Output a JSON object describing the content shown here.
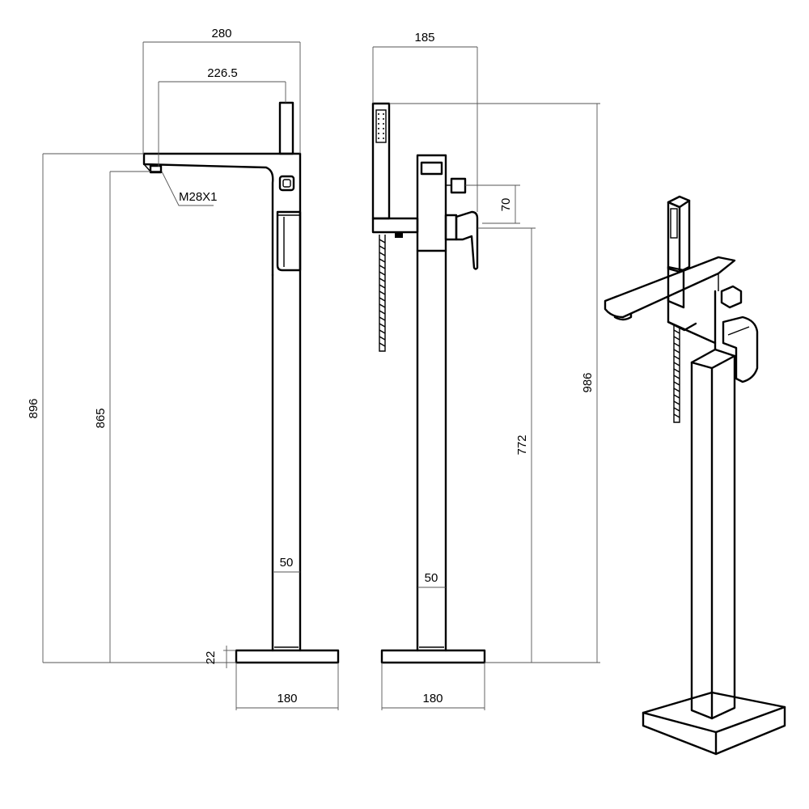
{
  "drawing": {
    "title": "",
    "dimensions": {
      "front_overall_reach": "280",
      "front_spout_reach": "226.5",
      "thread_spec": "M28X1",
      "front_overall_height": "896",
      "front_spout_height": "865",
      "front_column_width": "50",
      "front_base_thickness": "22",
      "front_base_width": "180",
      "side_overall_depth": "185",
      "side_mixer_offset": "70",
      "side_handle_height": "772",
      "side_overall_height": "986",
      "side_column_width": "50",
      "side_base_width": "180"
    },
    "colors": {
      "line": "#000000",
      "dimension": "#555555",
      "background": "#ffffff"
    }
  }
}
